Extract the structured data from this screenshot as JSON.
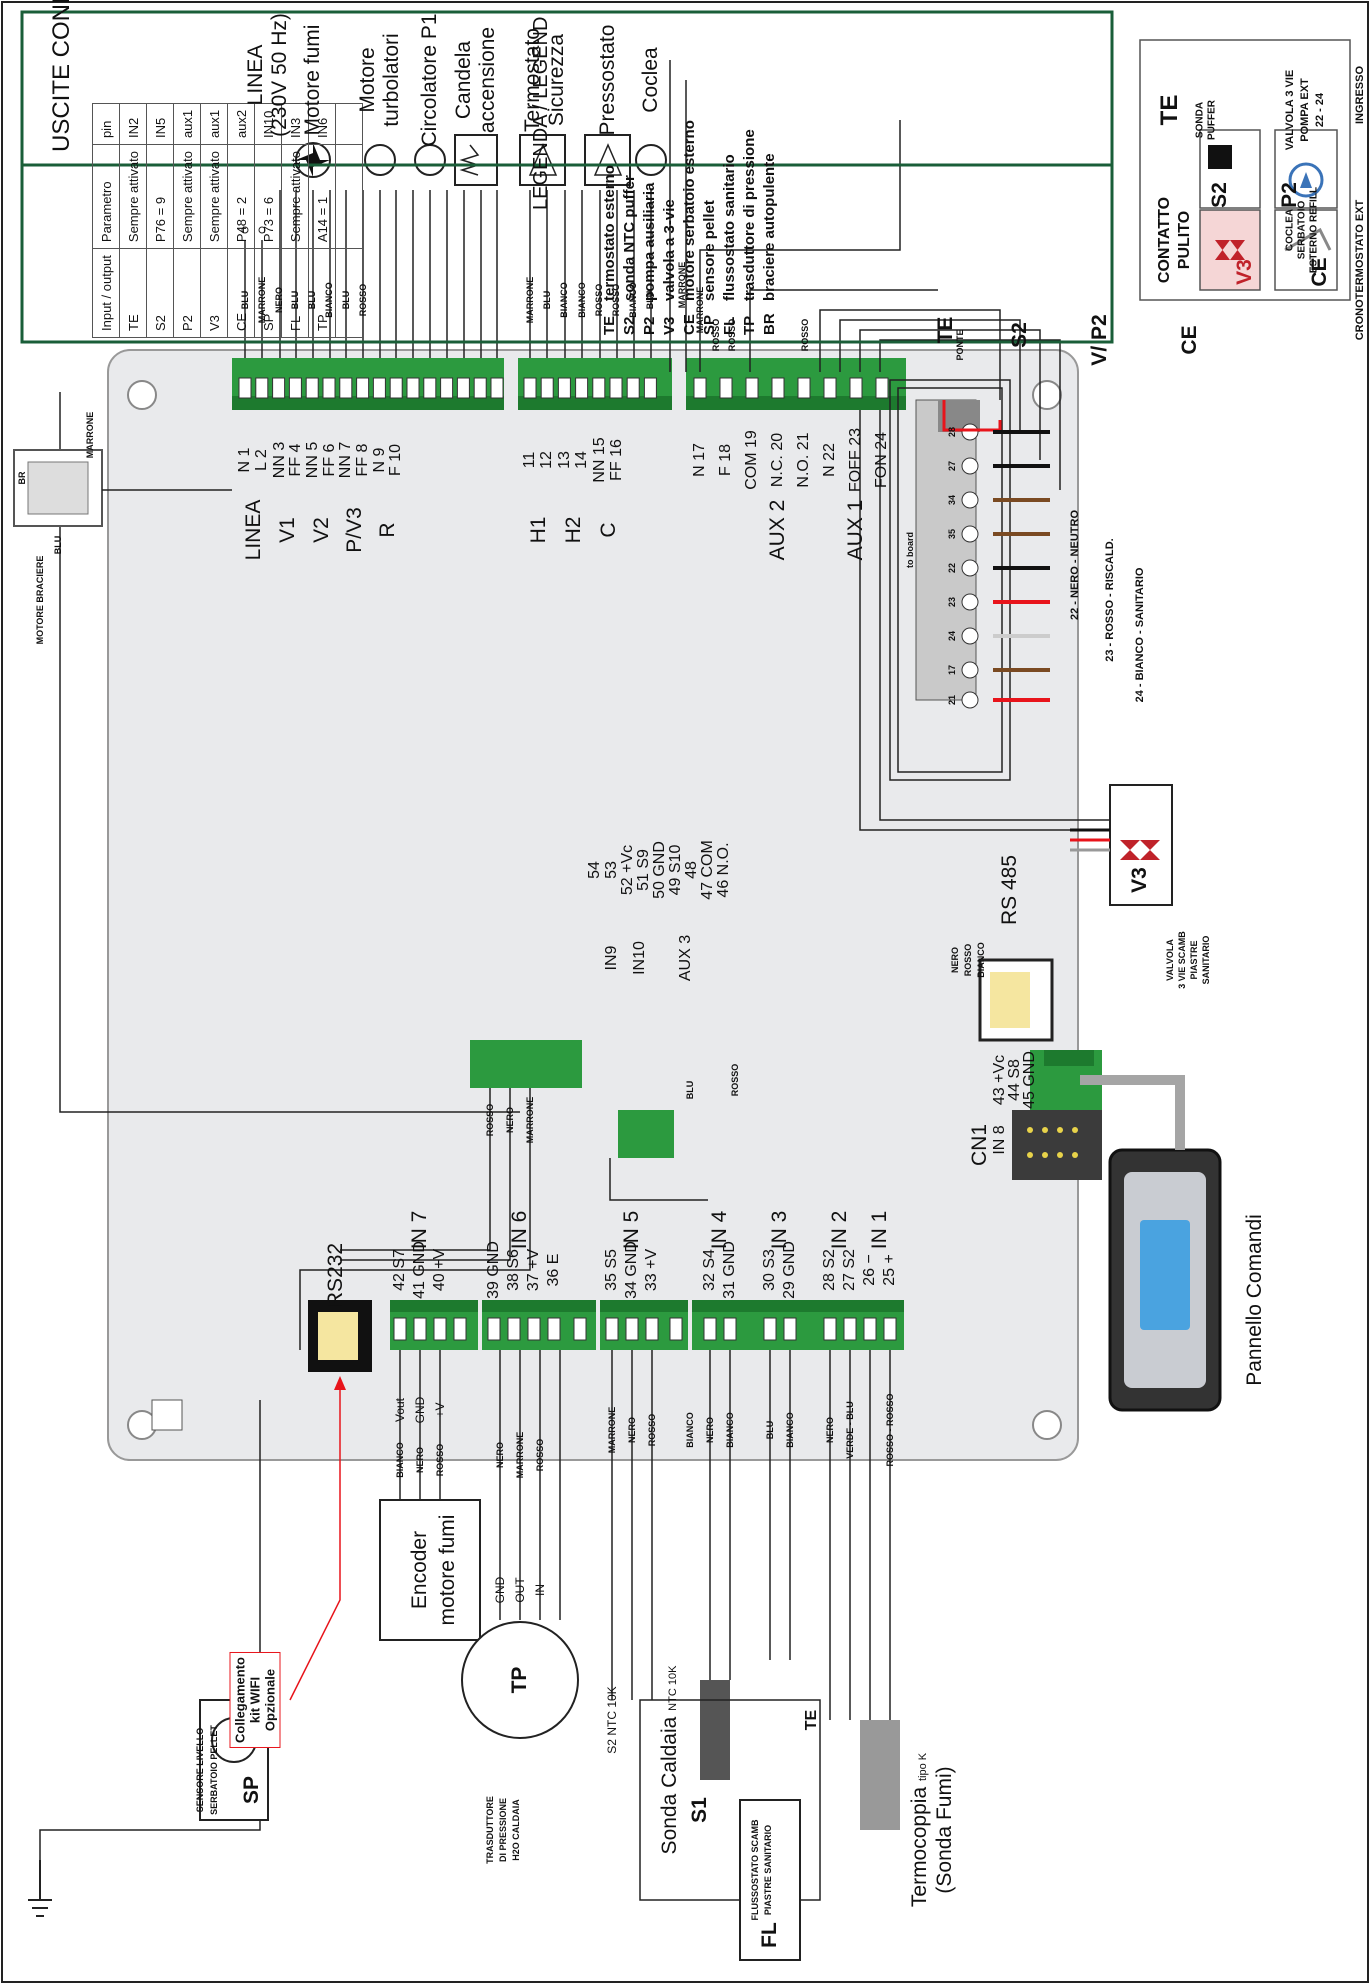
{
  "config_table": {
    "title": "USCITE CONFIGURABILI",
    "headers": [
      "Input / output",
      "Parametro",
      "pin"
    ],
    "rows": [
      [
        "TE",
        "Sempre attivato",
        "IN2"
      ],
      [
        "S2",
        "P76 = 9",
        "IN5"
      ],
      [
        "P2",
        "Sempre attivato",
        "aux1"
      ],
      [
        "V3",
        "Sempre attivato",
        "aux1"
      ],
      [
        "CE",
        "P48 = 2",
        "aux2"
      ],
      [
        "SP",
        "P73 = 6",
        "IN10"
      ],
      [
        "FL",
        "Sempre attivato",
        "IN3"
      ],
      [
        "TP",
        "A14 = 1",
        "IN6"
      ],
      [
        "",
        "",
        ""
      ]
    ]
  },
  "legend": {
    "title": "LEGENDA / LEGEND",
    "items": [
      {
        "code": "TE",
        "text": "termostato esterno"
      },
      {
        "code": "S2",
        "text": "sonda NTC puffer"
      },
      {
        "code": "P2",
        "text": "pompa ausiliaria"
      },
      {
        "code": "V3",
        "text": "valvola a 3-vie"
      },
      {
        "code": "CE",
        "text": "motore serbatoio esterno"
      },
      {
        "code": "SP",
        "text": "sensore pellet"
      },
      {
        "code": "FL",
        "text": "flussostato sanitario"
      },
      {
        "code": "TP",
        "text": "trasduttore di pressione"
      },
      {
        "code": "BR",
        "text": "braciere autopulente"
      }
    ]
  },
  "ext_components": {
    "te": {
      "code": "TE",
      "label1": "CONTATTO",
      "label2": "PULITO",
      "desc1": "INGRESSO",
      "desc2": "CRONOTERMOSTATO",
      "desc3": "EXT"
    },
    "s2": {
      "code": "S2",
      "desc1": "SONDA",
      "desc2": "PUFFER"
    },
    "p2": {
      "code": "P2",
      "desc1": "VALVOLA 3 VIE",
      "desc2": "POMPA EXT",
      "desc3": "22 - 24"
    },
    "v3": {
      "code": "V3"
    },
    "ce": {
      "code": "CE",
      "desc1": "COCLEA",
      "desc2": "SERBATOIO",
      "desc3": "ESTERNO REFILL"
    }
  },
  "loads": [
    {
      "label": "LINEA",
      "sub": "(230V 50 Hz)"
    },
    {
      "label": "Motore fumi",
      "sub": ""
    },
    {
      "label": "Motore",
      "sub": "turbolatori"
    },
    {
      "label": "Circolatore P1",
      "sub": ""
    },
    {
      "label": "Candela",
      "sub": "accensione"
    },
    {
      "label": "Termostato",
      "sub": "Sicurezza"
    },
    {
      "label": "Pressostato",
      "sub": ""
    },
    {
      "label": "Coclea",
      "sub": ""
    }
  ],
  "load_wires": [
    "BLU",
    "MARRONE",
    "NERO",
    "BLU",
    "BLU",
    "BIANCO",
    "BLU",
    "ROSSO",
    "MARRONE",
    "BLU",
    "BIANCO",
    "BIANCO",
    "ROSSO",
    "ROSSO",
    "BIANCO",
    "BLU"
  ],
  "power_terminals": [
    {
      "group": "LINEA",
      "pins": [
        "N 1",
        "L 2"
      ]
    },
    {
      "group": "V1",
      "pins": [
        "NN 3",
        "FF 4"
      ]
    },
    {
      "group": "V2",
      "pins": [
        "NN 5",
        "FF 6"
      ]
    },
    {
      "group": "P/V3",
      "pins": [
        "NN 7",
        "FF 8"
      ]
    },
    {
      "group": "R",
      "pins": [
        "N 9",
        "F 10"
      ]
    },
    {
      "group": "H1",
      "pins": [
        "11",
        "12"
      ]
    },
    {
      "group": "H2",
      "pins": [
        "13",
        "14"
      ]
    },
    {
      "group": "C",
      "pins": [
        "NN 15",
        "FF 16"
      ]
    },
    {
      "group": "",
      "pins": [
        "N 17",
        "F 18"
      ]
    },
    {
      "group": "AUX 2",
      "pins": [
        "COM 19",
        "N.C. 20",
        "N.O. 21"
      ]
    },
    {
      "group": "AUX 1",
      "pins": [
        "N 22",
        "FOFF 23",
        "FON 24"
      ]
    }
  ],
  "aux_wires": [
    "MARRONE",
    "MARRONE",
    "ROSSO",
    "ROSSO",
    "ROSSO"
  ],
  "mid_pins": [
    "54",
    "53",
    "52 +Vc",
    "51 S9",
    "50 GND",
    "49 S10",
    "48",
    "47 COM",
    "46 N.O."
  ],
  "mid_groups": [
    "IN9",
    "IN10",
    "AUX 3"
  ],
  "blu_rosso": [
    "BLU",
    "ROSSO"
  ],
  "motore_braciere": {
    "title": "MOTORE BRACIERE",
    "br": "BR",
    "blu": "BLU",
    "marrone": "MARRONE"
  },
  "terminal_strip": {
    "te_label": "TE",
    "ponte": "PONTE",
    "s2": "S2",
    "vp": "V/ P2",
    "ce": "CE",
    "to_board": "to board",
    "numbers": [
      "28",
      "27",
      "34",
      "35",
      "22",
      "23",
      "24",
      "17",
      "21"
    ],
    "wires": [
      "22 - NERO - NEUTRO",
      "23 - ROSSO - RISCALD.",
      "24 - BIANCO - SANITARIO"
    ]
  },
  "v3_valve": {
    "code": "V3",
    "desc1": "VALVOLA",
    "desc2": "3 VIE SCAMB",
    "desc3": "PIASTRE",
    "desc4": "SANITARIO"
  },
  "rs485": {
    "label": "RS 485",
    "wires": [
      "NERO",
      "ROSSO",
      "BIANCO"
    ]
  },
  "in8": {
    "group": "IN 8",
    "pins": [
      "43 +Vc",
      "44 S8",
      "45 GND"
    ]
  },
  "cn1": "CN1",
  "panel": "Pannello Comandi",
  "rs232": "RS232",
  "sensor_wires": [
    "ROSSO",
    "NERO",
    "MARRONE"
  ],
  "in_groups": [
    {
      "name": "IN 7",
      "pins": [
        "42 S7",
        "41 GND",
        "40 +V"
      ]
    },
    {
      "name": "IN 6",
      "pins": [
        "39 GND",
        "38 S6",
        "37 +V",
        "36 E"
      ]
    },
    {
      "name": "IN 5",
      "pins": [
        "35 S5",
        "34 GND",
        "33 +V"
      ]
    },
    {
      "name": "IN 4",
      "pins": [
        "32 S4",
        "31 GND"
      ]
    },
    {
      "name": "IN 3",
      "pins": [
        "30 S3",
        "29 GND"
      ]
    },
    {
      "name": "IN 2",
      "pins": [
        "28 S2",
        "27 S2"
      ]
    },
    {
      "name": "IN 1",
      "pins": [
        "26 −",
        "25 +"
      ]
    }
  ],
  "encoder": {
    "label1": "Encoder",
    "label2": "motore fumi",
    "wires": [
      "BIANCO",
      "NERO",
      "ROSSO"
    ],
    "pins": [
      "Vout",
      "GND",
      "+V"
    ]
  },
  "tp": {
    "code": "TP",
    "wires": [
      "NERO",
      "MARRONE",
      "ROSSO"
    ],
    "pins": [
      "GND",
      "OUT",
      "IN"
    ],
    "desc1": "TRASDUTTORE",
    "desc2": "DI PRESSIONE",
    "desc3": "H2O CALDAIA"
  },
  "sp_sensor": {
    "code": "SP",
    "desc1": "SENSORE LIVELLO",
    "desc2": "SERBATOIO PELLET"
  },
  "low_wires": [
    "MARRONE",
    "NERO",
    "ROSSO",
    "BIANCO",
    "NERO",
    "BIANCO",
    "BLU",
    "BIANCO",
    "NERO",
    "VERDE - BLU",
    "ROSSO - ROSSO"
  ],
  "s2_ntc": {
    "a": "S2",
    "b": "NTC 10K"
  },
  "s1_probe": {
    "title": "Sonda Caldaia",
    "sub": "NTC 10K",
    "code": "S1"
  },
  "fl_switch": {
    "code": "FL",
    "desc1": "FLUSSOSTATO SCAMB",
    "desc2": "PIASTRE SANITARIO"
  },
  "te_lower": "TE",
  "thermocouple": {
    "label1": "Termocoppia",
    "tipo": "tipo K",
    "label2": "(Sonda Fumi)"
  },
  "callout": {
    "l1": "Collegamento",
    "l2": "kit WIFI",
    "l3": "Opzionale"
  },
  "colors": {
    "terminal_green": "#2c9a3f",
    "terminal_dark": "#1d7a2e",
    "board": "#e9eaec",
    "frame_green": "#1a5e38",
    "callout_red": "#e8141b"
  }
}
